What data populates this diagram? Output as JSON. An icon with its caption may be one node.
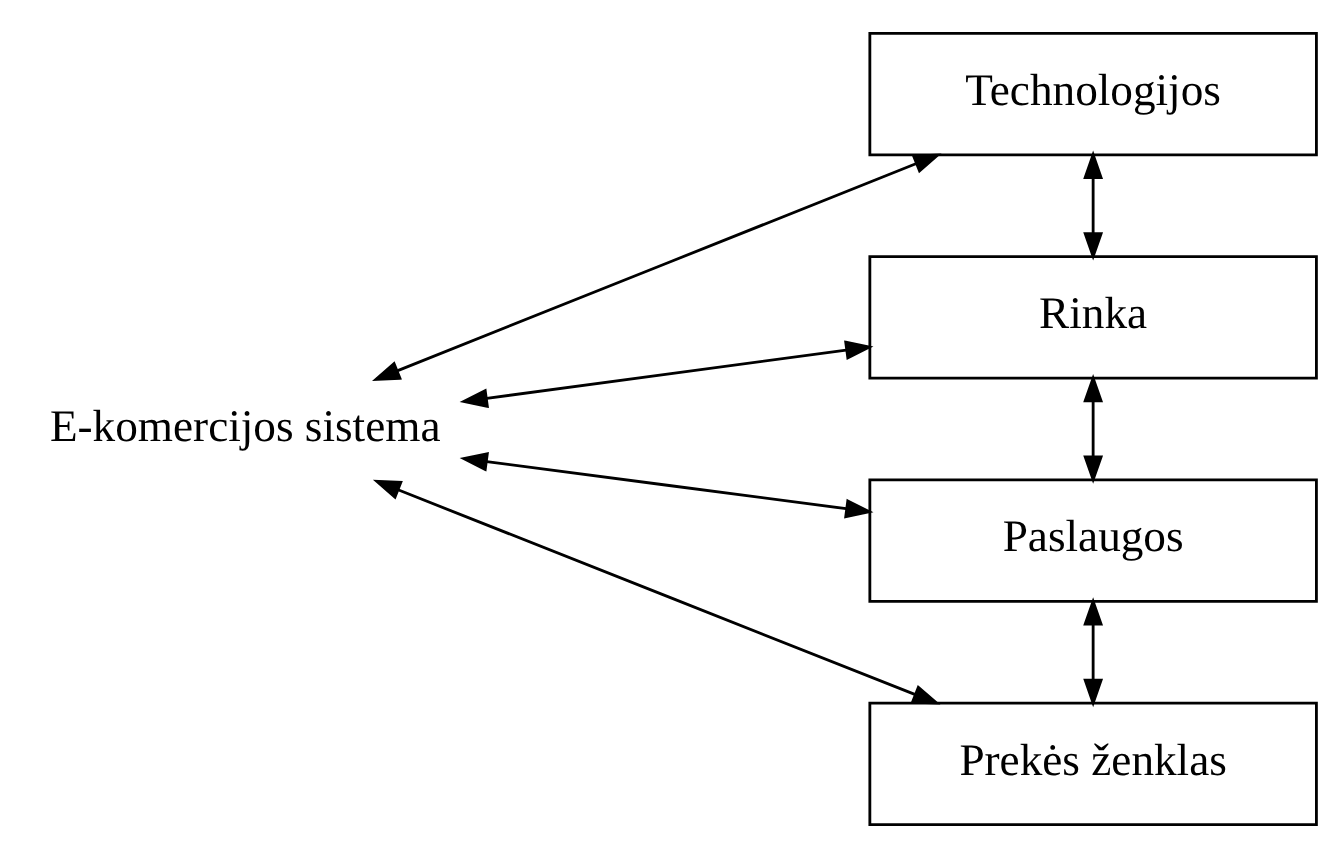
{
  "diagram": {
    "nodes": [
      {
        "text": [
          "E-komercijos sistema"
        ]
      },
      {
        "text": [
          "Technologijos"
        ]
      },
      {
        "text": [
          "Rinka"
        ]
      },
      {
        "text": [
          "Paslaugos"
        ]
      },
      {
        "text": [
          "Prekės ženklas"
        ]
      }
    ],
    "edges": [
      {
        "from": 0,
        "to": 1,
        "arrow": "both"
      },
      {
        "from": 0,
        "to": 2,
        "arrow": "both"
      },
      {
        "from": 0,
        "to": 3,
        "arrow": "both"
      },
      {
        "from": 0,
        "to": 4,
        "arrow": "both"
      },
      {
        "from": 1,
        "to": 2,
        "arrow": "both"
      },
      {
        "from": 2,
        "to": 3,
        "arrow": "both"
      },
      {
        "from": 3,
        "to": 4,
        "arrow": "both"
      }
    ]
  }
}
